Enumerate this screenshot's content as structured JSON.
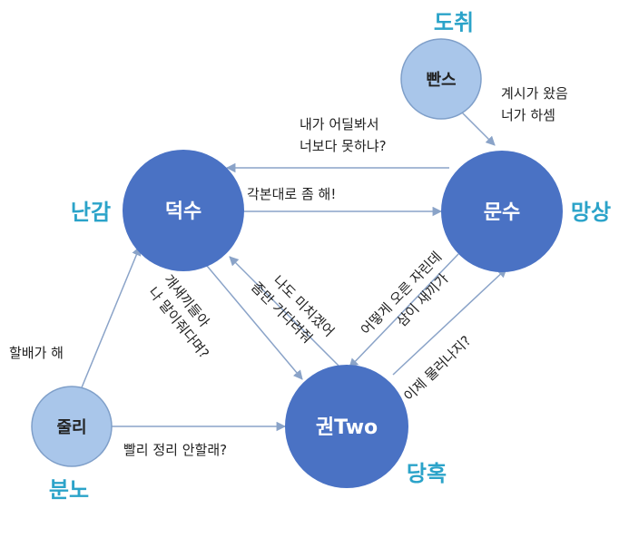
{
  "colors": {
    "big_node": "#4a72c4",
    "small_node": "#a9c6ea",
    "edge": "#8aa3c8",
    "emotion_text": "#2ba3c9"
  },
  "nodes": {
    "bbanseu": "빤스",
    "deoksu": "덕수",
    "munsu": "문수",
    "gwontwo": "권Two",
    "juli": "줄리"
  },
  "emotions": {
    "bbanseu": "도취",
    "deoksu": "난감",
    "munsu": "망상",
    "gwontwo": "당혹",
    "juli": "분노"
  },
  "edges": {
    "bbanseu_to_munsu": [
      "계시가 왔음",
      "너가 하셈"
    ],
    "munsu_to_deoksu": [
      "내가 어딜봐서",
      "너보다 못하냐?"
    ],
    "deoksu_to_munsu": [
      "각본대로 좀 해!"
    ],
    "deoksu_to_gwontwo": [
      "개새끼들아",
      "나 말이줘다며?"
    ],
    "gwontwo_to_deoksu": [
      "나도 미치겠어",
      "좀만 기다려줘"
    ],
    "munsu_to_gwontwo": [
      "어떻게 오른 자린데",
      "삼이 새끼가"
    ],
    "gwontwo_to_munsu": [
      "이제 물러나지?"
    ],
    "juli_to_deoksu": [
      "할배가 해"
    ],
    "juli_to_gwontwo": [
      "빨리 정리 안할래?"
    ]
  }
}
